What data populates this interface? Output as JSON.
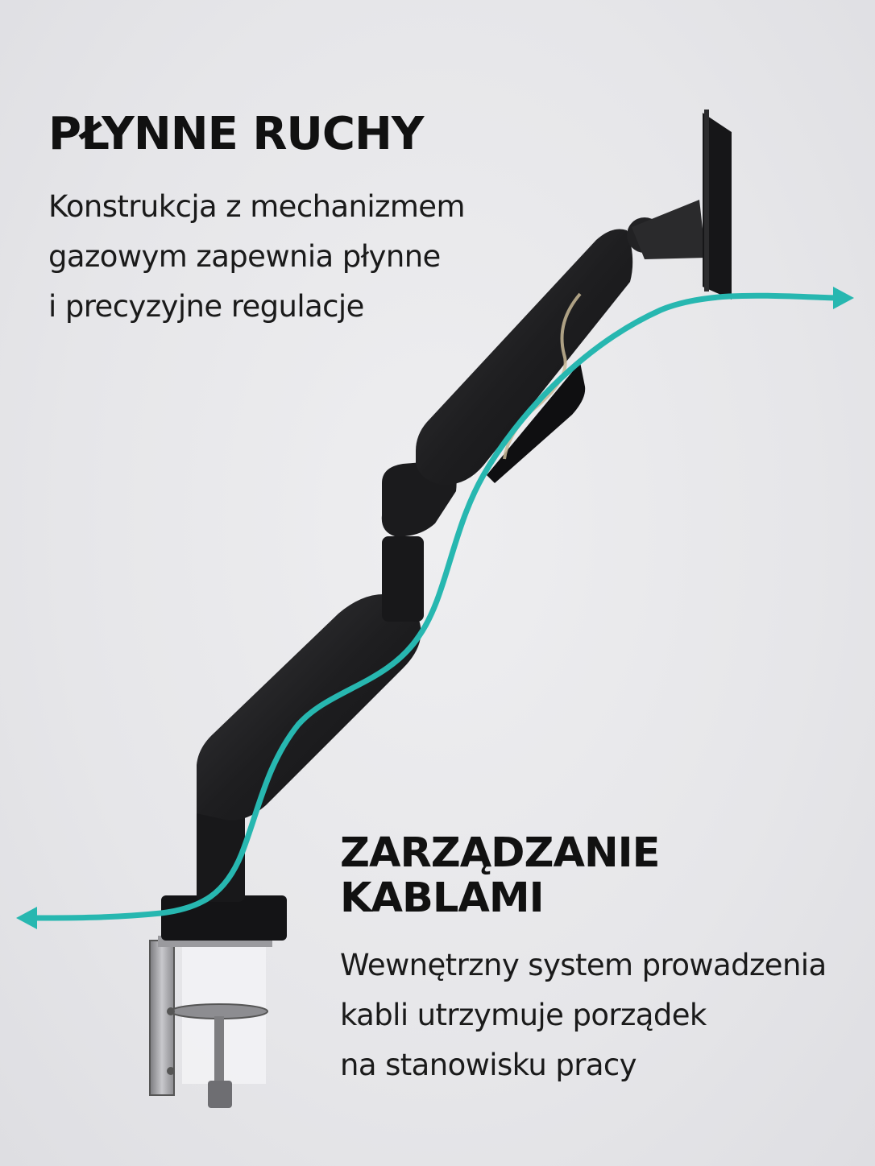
{
  "top_feature": {
    "title": "PŁYNNE RUCHY",
    "lines": [
      "Konstrukcja z mechanizmem",
      "gazowym zapewnia płynne",
      "i precyzyjne regulacje"
    ]
  },
  "bottom_feature": {
    "title": "ZARZĄDZANIE KABLAMI",
    "lines": [
      "Wewnętrzny system prowadzenia",
      "kabli utrzymuje porządek",
      "na stanowisku pracy"
    ]
  },
  "colors": {
    "accent": "#27b7b0",
    "arm": "#1c1c1e",
    "text": "#111111",
    "background": "#e8e8eb"
  }
}
